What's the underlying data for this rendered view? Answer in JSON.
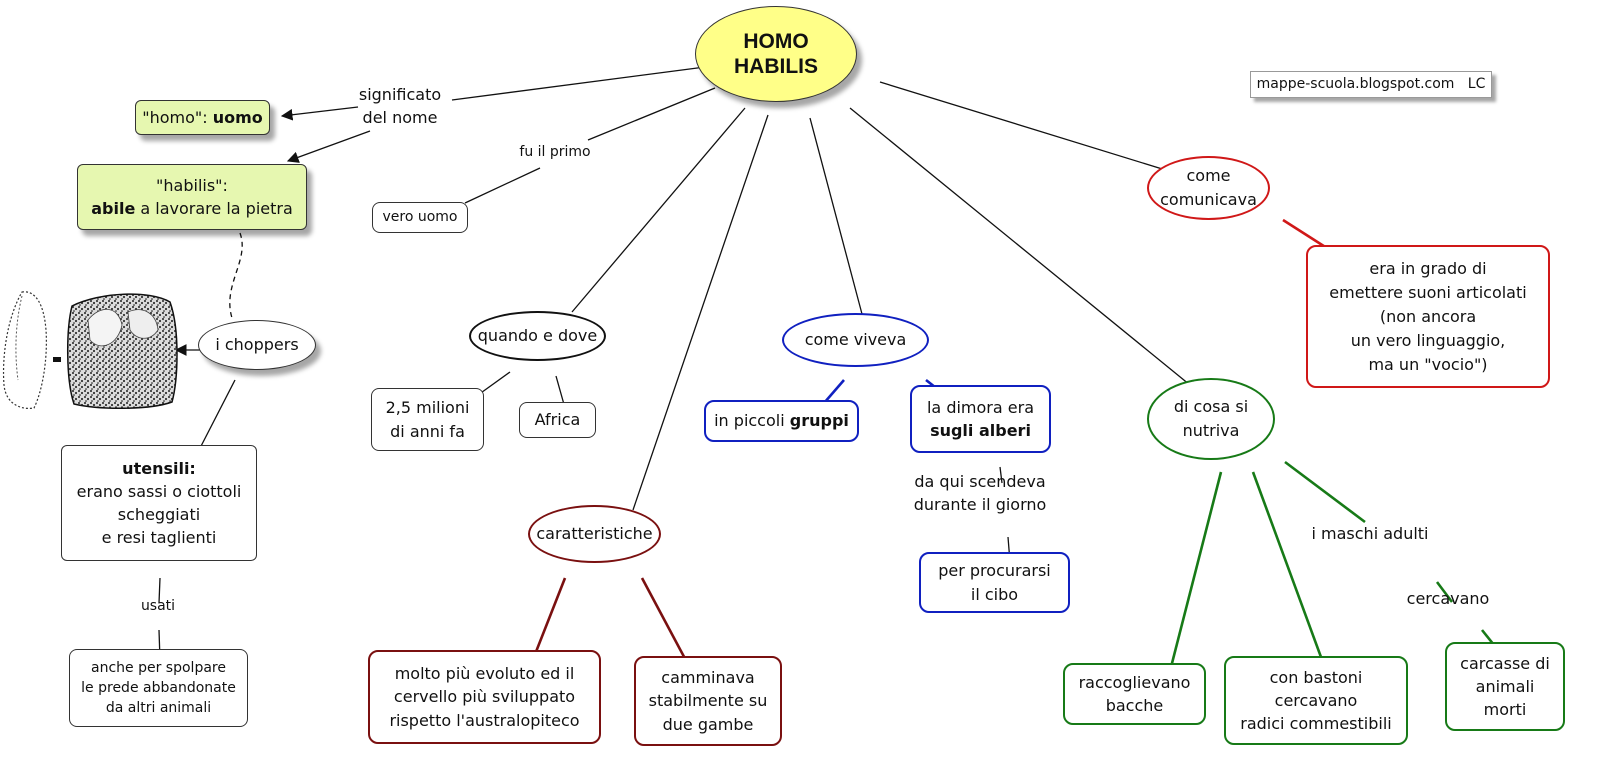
{
  "central": {
    "line1": "HOMO",
    "line2": "HABILIS"
  },
  "credit": {
    "text": "mappe-scuola.blogspot.com   LC"
  },
  "nodes": {
    "homo": {
      "pre": "\"homo\": ",
      "bold": "uomo"
    },
    "habilis": {
      "line1": "\"habilis\":",
      "bold": "abile",
      "rest": " a lavorare la pietra"
    },
    "vero_uomo": "vero uomo",
    "choppers": "i choppers",
    "utensili": {
      "title": "utensili:",
      "line2": "erano sassi o ciottoli",
      "line3": "scheggiati",
      "line4": "e resi taglienti"
    },
    "spolpare": {
      "line1": "anche per spolpare",
      "line2": "le prede abbandonate",
      "line3": "da altri animali"
    },
    "quando": "quando e dove",
    "milioni": {
      "line1": "2,5 milioni",
      "line2": "di anni fa"
    },
    "africa": "Africa",
    "caratteristiche": "caratteristiche",
    "evoluto": {
      "line1": "molto più evoluto ed il",
      "line2": "cervello più sviluppato",
      "line3": "rispetto l'australopiteco"
    },
    "camminava": {
      "line1": "camminava",
      "line2": "stabilmente su",
      "line3": "due gambe"
    },
    "viveva": "come viveva",
    "gruppi": {
      "pre": "in piccoli ",
      "bold": "gruppi"
    },
    "dimora": {
      "line1": "la dimora era",
      "bold": "sugli alberi"
    },
    "procurarsi": {
      "line1": "per procurarsi",
      "line2": "il cibo"
    },
    "comunicava": {
      "line1": "come",
      "line2": "comunicava"
    },
    "suoni": {
      "line1": "era in grado di",
      "line2": "emettere suoni articolati",
      "line3": "(non ancora",
      "line4": "un vero linguaggio,",
      "line5": "ma un \"vocio\")"
    },
    "nutriva": {
      "line1": "di cosa si",
      "line2": "nutriva"
    },
    "bacche": {
      "line1": "raccoglievano",
      "line2": "bacche"
    },
    "bastoni": {
      "line1": "con bastoni",
      "line2": "cercavano",
      "line3": "radici commestibili"
    },
    "carcasse": {
      "line1": "carcasse di",
      "line2": "animali",
      "line3": "morti"
    }
  },
  "link_labels": {
    "significato": {
      "line1": "significato",
      "line2": "del nome"
    },
    "primo": "fu il primo",
    "usati": "usati",
    "scendeva": {
      "line1": "da qui scendeva",
      "line2": "durante il giorno"
    },
    "maschi": "i maschi adulti",
    "cercavano": "cercavano"
  },
  "colors": {
    "central_fill": "#ffff88",
    "name_fill": "#e6f7b0",
    "dark_red": "#7a1010",
    "blue": "#1020c0",
    "red": "#d01818",
    "green": "#177a17",
    "black": "#111111"
  },
  "icons": {
    "chopper_image": "stone-chopper-illustration"
  }
}
